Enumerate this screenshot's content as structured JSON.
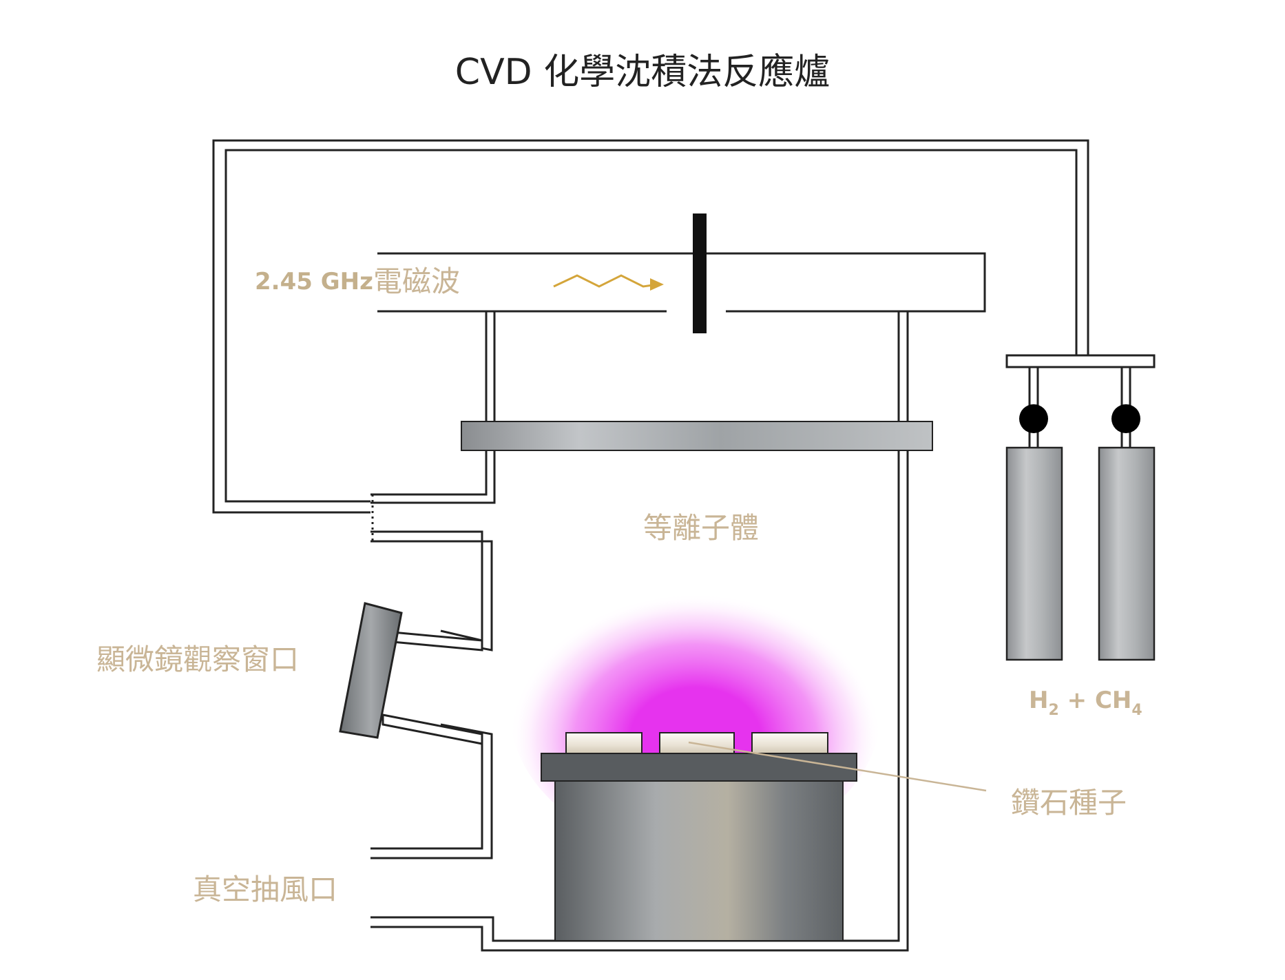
{
  "title": "CVD 化學沈積法反應爐",
  "labels": {
    "frequency": "2.45 GHz",
    "em_wave": "電磁波",
    "plasma": "等離子體",
    "window": "顯微鏡觀察窗口",
    "vacuum": "真空抽風口",
    "gas_h2": "H",
    "gas_h2_sub": "2",
    "gas_plus": " + CH",
    "gas_ch4_sub": "4",
    "seeds": "鑽石種子"
  },
  "colors": {
    "label": "#c9b596",
    "frequency": "#c4b08c",
    "wave_arrow": "#d4a53a",
    "plasma": "#e633ee",
    "line": "#222222"
  },
  "icons": {
    "gas_valves": "valve-knob-icon",
    "gas_cylinders": "gas-cylinder-icon"
  }
}
